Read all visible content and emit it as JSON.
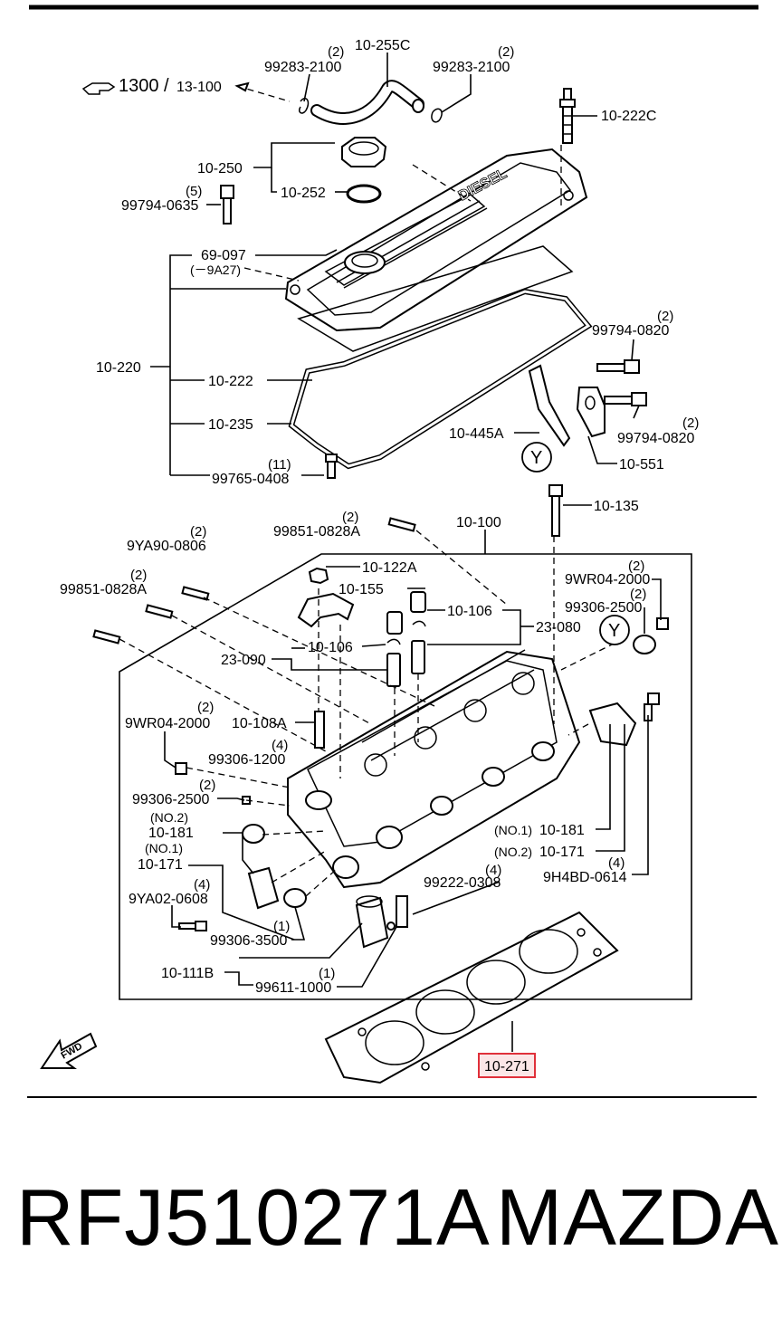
{
  "diagram": {
    "ref_main": "1300",
    "ref_sub": "13-100",
    "highlight_color": "#e0303a",
    "fwd_label": "FWD",
    "cover_text": "DIESEL",
    "labels": [
      {
        "id": "l1",
        "text": "10-255C"
      },
      {
        "id": "l2",
        "text": "99283-2100",
        "qty": "(2)"
      },
      {
        "id": "l3",
        "text": "99283-2100",
        "qty": "(2)"
      },
      {
        "id": "l4",
        "text": "10-222C"
      },
      {
        "id": "l5",
        "text": "10-250"
      },
      {
        "id": "l6",
        "text": "10-252"
      },
      {
        "id": "l7",
        "text": "99794-0635",
        "qty": "(5)"
      },
      {
        "id": "l8",
        "text": "69-097",
        "sub": "(－9A27)"
      },
      {
        "id": "l9",
        "text": "10-220"
      },
      {
        "id": "l10",
        "text": "10-222"
      },
      {
        "id": "l11",
        "text": "10-235"
      },
      {
        "id": "l12",
        "text": "99765-0408",
        "qty": "(11)"
      },
      {
        "id": "l13",
        "text": "99794-0820",
        "qty": "(2)"
      },
      {
        "id": "l14",
        "text": "10-445A"
      },
      {
        "id": "l15",
        "text": "99794-0820",
        "qty": "(2)"
      },
      {
        "id": "l16",
        "text": "10-551"
      },
      {
        "id": "l17",
        "text": "Y"
      },
      {
        "id": "l18",
        "text": "10-135"
      },
      {
        "id": "l19",
        "text": "99851-0828A",
        "qty": "(2)"
      },
      {
        "id": "l20",
        "text": "10-100"
      },
      {
        "id": "l21",
        "text": "9YA90-0806",
        "qty": "(2)"
      },
      {
        "id": "l22",
        "text": "99851-0828A",
        "qty": "(2)"
      },
      {
        "id": "l23",
        "text": "10-122A"
      },
      {
        "id": "l24",
        "text": "10-155"
      },
      {
        "id": "l25",
        "text": "10-106"
      },
      {
        "id": "l26",
        "text": "23-080"
      },
      {
        "id": "l27",
        "text": "9WR04-2000",
        "qty": "(2)"
      },
      {
        "id": "l28",
        "text": "99306-2500",
        "qty": "(2)"
      },
      {
        "id": "l29",
        "text": "Y"
      },
      {
        "id": "l30",
        "text": "23-090"
      },
      {
        "id": "l31",
        "text": "10-106"
      },
      {
        "id": "l32",
        "text": "9WR04-2000",
        "qty": "(2)"
      },
      {
        "id": "l33",
        "text": "10-108A"
      },
      {
        "id": "l34",
        "text": "99306-1200",
        "qty": "(4)"
      },
      {
        "id": "l35",
        "text": "99306-2500",
        "qty": "(2)"
      },
      {
        "id": "l36",
        "text": "10-181",
        "pre": "(NO.2)"
      },
      {
        "id": "l37",
        "text": "10-171",
        "pre": "(NO.1)"
      },
      {
        "id": "l38",
        "text": "9YA02-0608",
        "qty": "(4)"
      },
      {
        "id": "l39",
        "text": "99306-3500",
        "qty": "(1)"
      },
      {
        "id": "l40",
        "text": "10-111B"
      },
      {
        "id": "l41",
        "text": "99611-1000",
        "qty": "(1)"
      },
      {
        "id": "l42",
        "text": "99222-0308",
        "qty": "(4)"
      },
      {
        "id": "l43",
        "text": "10-181",
        "pre": "(NO.1)"
      },
      {
        "id": "l44",
        "text": "10-171",
        "pre": "(NO.2)"
      },
      {
        "id": "l45",
        "text": "9H4BD-0614",
        "qty": "(4)"
      },
      {
        "id": "l46",
        "text": "10-271",
        "highlight": true
      }
    ]
  },
  "footer": {
    "part_number": "RFJ510271A",
    "brand": "MAZDA"
  }
}
